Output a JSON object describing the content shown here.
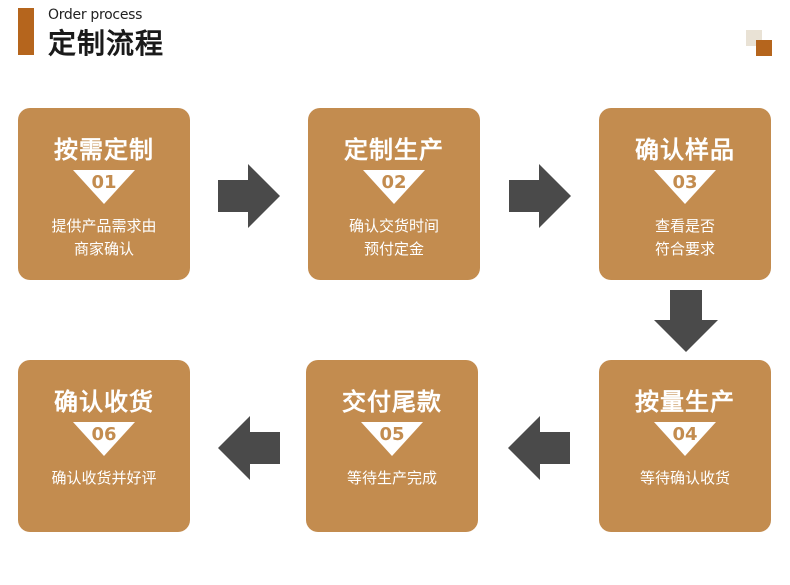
{
  "header": {
    "en_title": "Order process",
    "zh_title": "定制流程"
  },
  "colors": {
    "accent": "#b5651d",
    "card": "#c38c4f",
    "arrow": "#4a4a4a",
    "deco_light": "#e9e2d5"
  },
  "steps": [
    {
      "title": "按需定制",
      "num": "01",
      "desc_line1": "提供产品需求由",
      "desc_line2": "商家确认"
    },
    {
      "title": "定制生产",
      "num": "02",
      "desc_line1": "确认交货时间",
      "desc_line2": "预付定金"
    },
    {
      "title": "确认样品",
      "num": "03",
      "desc_line1": "查看是否",
      "desc_line2": "符合要求"
    },
    {
      "title": "按量生产",
      "num": "04",
      "desc_line1": "等待确认收货",
      "desc_line2": ""
    },
    {
      "title": "交付尾款",
      "num": "05",
      "desc_line1": "等待生产完成",
      "desc_line2": ""
    },
    {
      "title": "确认收货",
      "num": "06",
      "desc_line1": "确认收货并好评",
      "desc_line2": ""
    }
  ],
  "arrows": [
    "arrow-right-icon",
    "arrow-right-icon",
    "arrow-down-icon",
    "arrow-left-icon",
    "arrow-left-icon"
  ]
}
